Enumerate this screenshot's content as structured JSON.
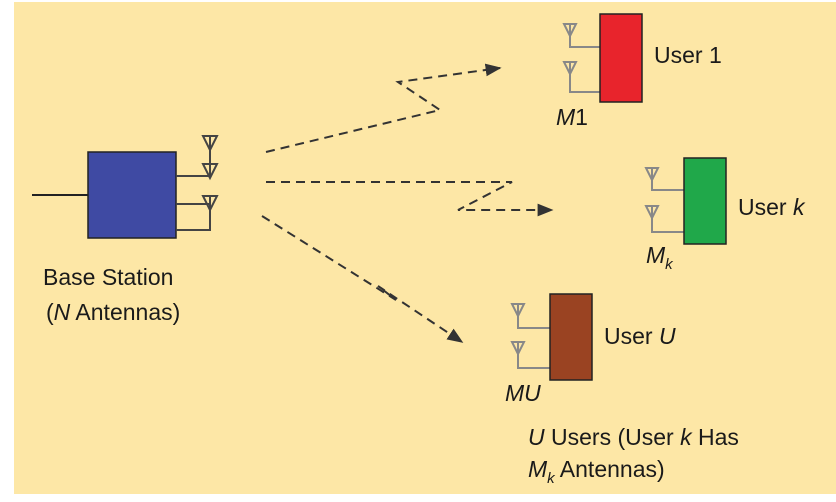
{
  "base_station": {
    "line1": "Base Station",
    "line2_var": "N",
    "line2_rest": "Antennas",
    "color": "#3f4aa3"
  },
  "users": [
    {
      "label_prefix": "User",
      "label_var": "1",
      "antenna_var": "M",
      "antenna_rest": "1",
      "antenna_sub": "",
      "color": "#e8242c"
    },
    {
      "label_prefix": "User",
      "label_var": "k",
      "antenna_var": "M",
      "antenna_rest": "",
      "antenna_sub": "k",
      "color": "#20a84a"
    },
    {
      "label_prefix": "User",
      "label_var": "U",
      "antenna_var": "MU",
      "antenna_rest": "",
      "antenna_sub": "",
      "color": "#9a4322"
    }
  ],
  "caption": {
    "var_u": "U",
    "text1": "Users (User",
    "var_k": "k",
    "text2": "Has",
    "var_m": "M",
    "sub_k": "k",
    "text3": "Antennas)"
  },
  "colors": {
    "background": "#fde7a6",
    "links": "#333333",
    "antenna_base": "#444444",
    "antenna_user": "#888888"
  }
}
